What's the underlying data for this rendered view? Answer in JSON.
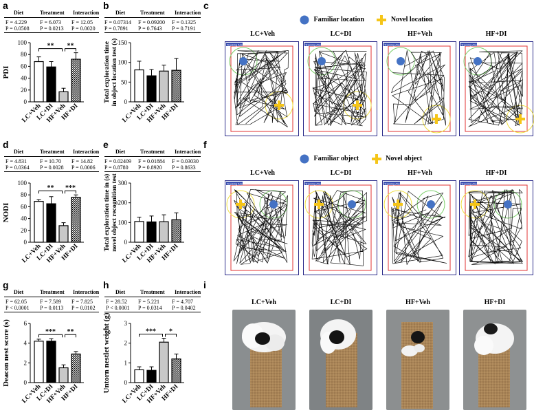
{
  "panel_labels": {
    "a": "a",
    "b": "b",
    "c": "c",
    "d": "d",
    "e": "e",
    "f": "f",
    "g": "g",
    "h": "h",
    "i": "i"
  },
  "stats": {
    "a": {
      "headers": [
        "Diet",
        "Treatment",
        "Interaction"
      ],
      "F": [
        "F = 4.229",
        "F = 6.073",
        "F = 12.05"
      ],
      "P": [
        "P = 0.0508",
        "P = 0.0213",
        "P = 0.0020"
      ]
    },
    "b": {
      "headers": [
        "Diet",
        "Treatment",
        "Interaction"
      ],
      "F": [
        "F = 0.07314",
        "F = 0.09200",
        "F = 0.1325"
      ],
      "P": [
        "P = 0.7891",
        "P = 0.7643",
        "P = 0.7191"
      ]
    },
    "d": {
      "headers": [
        "Diet",
        "Treatment",
        "Interaction"
      ],
      "F": [
        "F = 4.831",
        "F = 10.70",
        "F = 14.82"
      ],
      "P": [
        "P = 0.0364",
        "P = 0.0028",
        "P = 0.0006"
      ]
    },
    "e": {
      "headers": [
        "Diet",
        "Treatment",
        "Interaction"
      ],
      "F": [
        "F = 0.02409",
        "F = 0.01884",
        "F = 0.03030"
      ],
      "P": [
        "P = 0.8780",
        "P = 0.8920",
        "P = 0.8633"
      ]
    },
    "g": {
      "headers": [
        "Diet",
        "Treatment",
        "Interaction"
      ],
      "F": [
        "F = 62.05",
        "F = 7.589",
        "F = 7.825"
      ],
      "P": [
        "P < 0.0001",
        "P = 0.0113",
        "P = 0.0102"
      ]
    },
    "h": {
      "headers": [
        "Diet",
        "Treatment",
        "Interaction"
      ],
      "F": [
        "F = 28.52",
        "F = 5.221",
        "F = 4.707"
      ],
      "P": [
        "P < 0.0001",
        "P = 0.0314",
        "P = 0.0402"
      ]
    }
  },
  "groups": [
    "LC+Veh",
    "LC+DI",
    "HF+Veh",
    "HF+DI"
  ],
  "legends": {
    "c": {
      "familiar": "Familiar location",
      "novel": "Novel location"
    },
    "f": {
      "familiar": "Familiar object",
      "novel": "Novel object"
    }
  },
  "track_tag": "Tracking Area",
  "colors": {
    "familiar": "#4472c4",
    "novel": "#f5c518",
    "zone_familiar": "#7ccf6a",
    "zone_novel": "#f0e040",
    "arena_outer": "#2b2b8a",
    "arena_inner": "#e03030",
    "lcdi_bar": "#000000",
    "hfveh_bar": "#c8c8c8"
  },
  "chart_data": [
    {
      "id": "a",
      "type": "bar",
      "categories": [
        "LC+Veh",
        "LC+DI",
        "HF+Veh",
        "HF+DI"
      ],
      "values": [
        68,
        59,
        17,
        72
      ],
      "errors": [
        8,
        9,
        6,
        11
      ],
      "ylabel": "PDI",
      "ylim": [
        0,
        100
      ],
      "yticks": [
        0,
        20,
        40,
        60,
        80,
        100
      ],
      "sig": [
        {
          "from": 0,
          "to": 2,
          "label": "**"
        },
        {
          "from": 2,
          "to": 3,
          "label": "**"
        }
      ]
    },
    {
      "id": "b",
      "type": "bar",
      "categories": [
        "LC+Veh",
        "LC+DI",
        "HF+Veh",
        "HF+DI"
      ],
      "values": [
        81,
        66,
        78,
        80
      ],
      "errors": [
        22,
        16,
        15,
        30
      ],
      "ylabel": "Total exploration time in object location test (s)",
      "ylim": [
        0,
        150
      ],
      "yticks": [
        0,
        50,
        100,
        150
      ],
      "sig": []
    },
    {
      "id": "d",
      "type": "bar",
      "categories": [
        "LC+Veh",
        "LC+DI",
        "HF+Veh",
        "HF+DI"
      ],
      "values": [
        69,
        65,
        28,
        76
      ],
      "errors": [
        3,
        12,
        5,
        4
      ],
      "ylabel": "NODI",
      "ylim": [
        0,
        100
      ],
      "yticks": [
        0,
        20,
        40,
        60,
        80,
        100
      ],
      "sig": [
        {
          "from": 0,
          "to": 2,
          "label": "**"
        },
        {
          "from": 2,
          "to": 3,
          "label": "***"
        }
      ]
    },
    {
      "id": "e",
      "type": "bar",
      "categories": [
        "LC+Veh",
        "LC+DI",
        "HF+Veh",
        "HF+DI"
      ],
      "values": [
        105,
        103,
        104,
        114
      ],
      "errors": [
        22,
        30,
        35,
        35
      ],
      "ylabel": "Total exploration time in novel object recognition test (s)",
      "ylim": [
        0,
        300
      ],
      "yticks": [
        0,
        100,
        200,
        300
      ],
      "sig": []
    },
    {
      "id": "g",
      "type": "bar",
      "categories": [
        "LC+Veh",
        "LC+DI",
        "HF+Veh",
        "HF+DI"
      ],
      "values": [
        4.2,
        4.2,
        1.5,
        2.9
      ],
      "errors": [
        0.2,
        0.25,
        0.3,
        0.25
      ],
      "ylabel": "Deacon nest score (s)",
      "ylim": [
        0,
        6
      ],
      "yticks": [
        0,
        2,
        4,
        6
      ],
      "sig": [
        {
          "from": 0,
          "to": 2,
          "label": "***"
        },
        {
          "from": 2,
          "to": 3,
          "label": "**"
        }
      ]
    },
    {
      "id": "h",
      "type": "bar",
      "categories": [
        "LC+Veh",
        "LC+DI",
        "HF+Veh",
        "HF+DI"
      ],
      "values": [
        0.65,
        0.62,
        2.05,
        1.2
      ],
      "errors": [
        0.15,
        0.18,
        0.2,
        0.25
      ],
      "ylabel": "Untorn nestlet weight (g)",
      "ylim": [
        0,
        3
      ],
      "yticks": [
        0,
        1,
        2,
        3
      ],
      "sig": [
        {
          "from": 0,
          "to": 2,
          "label": "***"
        },
        {
          "from": 2,
          "to": 3,
          "label": "*"
        }
      ]
    }
  ]
}
